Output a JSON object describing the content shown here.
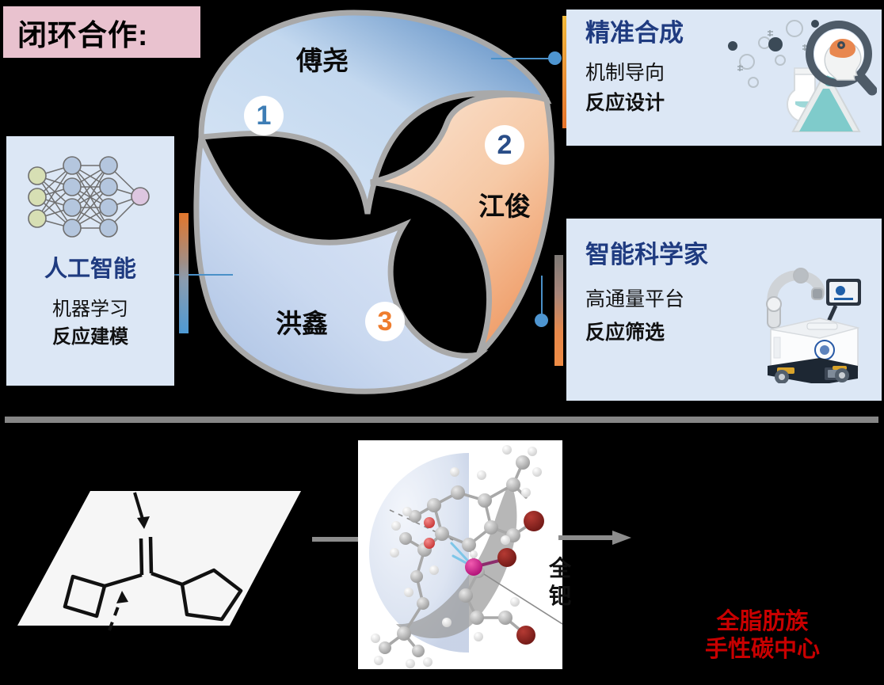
{
  "title": {
    "text": "闭环合作:",
    "background": "#e9c2cf"
  },
  "cards": {
    "ai": {
      "title": "人工智能",
      "sub1": "机器学习",
      "sub2": "反应建模",
      "icon": "neural-network-icon",
      "accent_top": "#e2762c",
      "accent_bottom": "#4e9ad4",
      "background": "#dce7f5",
      "title_color": "#1f3b80"
    },
    "synthesis": {
      "title": "精准合成",
      "sub1": "机制导向",
      "sub2": "反应设计",
      "icon": "flask-magnifier-brain-icon",
      "accent_top": "#f5bc3a",
      "accent_bottom": "#e8742c",
      "background": "#dce7f5",
      "title_color": "#1f3b80"
    },
    "scientist": {
      "title": "智能科学家",
      "sub1": "高通量平台",
      "sub2": "反应筛选",
      "icon": "lab-robot-icon",
      "accent_top": "#7e7a76",
      "accent_bottom": "#ef8c45",
      "background": "#dce7f5",
      "title_color": "#1f3b80"
    }
  },
  "cycle": {
    "segments": [
      {
        "number": "1",
        "name": "傅尧",
        "number_color": "#3d7db5",
        "fill_from": "#d6e4f4",
        "fill_to": "#4d82bd"
      },
      {
        "number": "2",
        "name": "江俊",
        "number_color": "#2a4e88",
        "fill_from": "#fae2d0",
        "fill_to": "#ef9b66"
      },
      {
        "number": "3",
        "name": "洪鑫",
        "number_color": "#ef7d2e",
        "fill_from": "#dde6f6",
        "fill_to": "#b0c4e4"
      }
    ],
    "ring_edge_color": "#a8a8a8",
    "connector_color": "#4e95d0"
  },
  "bottom": {
    "divider_color": "#868686",
    "molecule_caption_line1": "全",
    "molecule_caption_line2": "钯",
    "result_line1": "全脂肪族",
    "result_line2": "手性碳中心",
    "result_color": "#c80000",
    "arrow_color": "#8c8c8c",
    "substrate_plane_color": "#f6f6f6",
    "bond_color": "#111111"
  }
}
